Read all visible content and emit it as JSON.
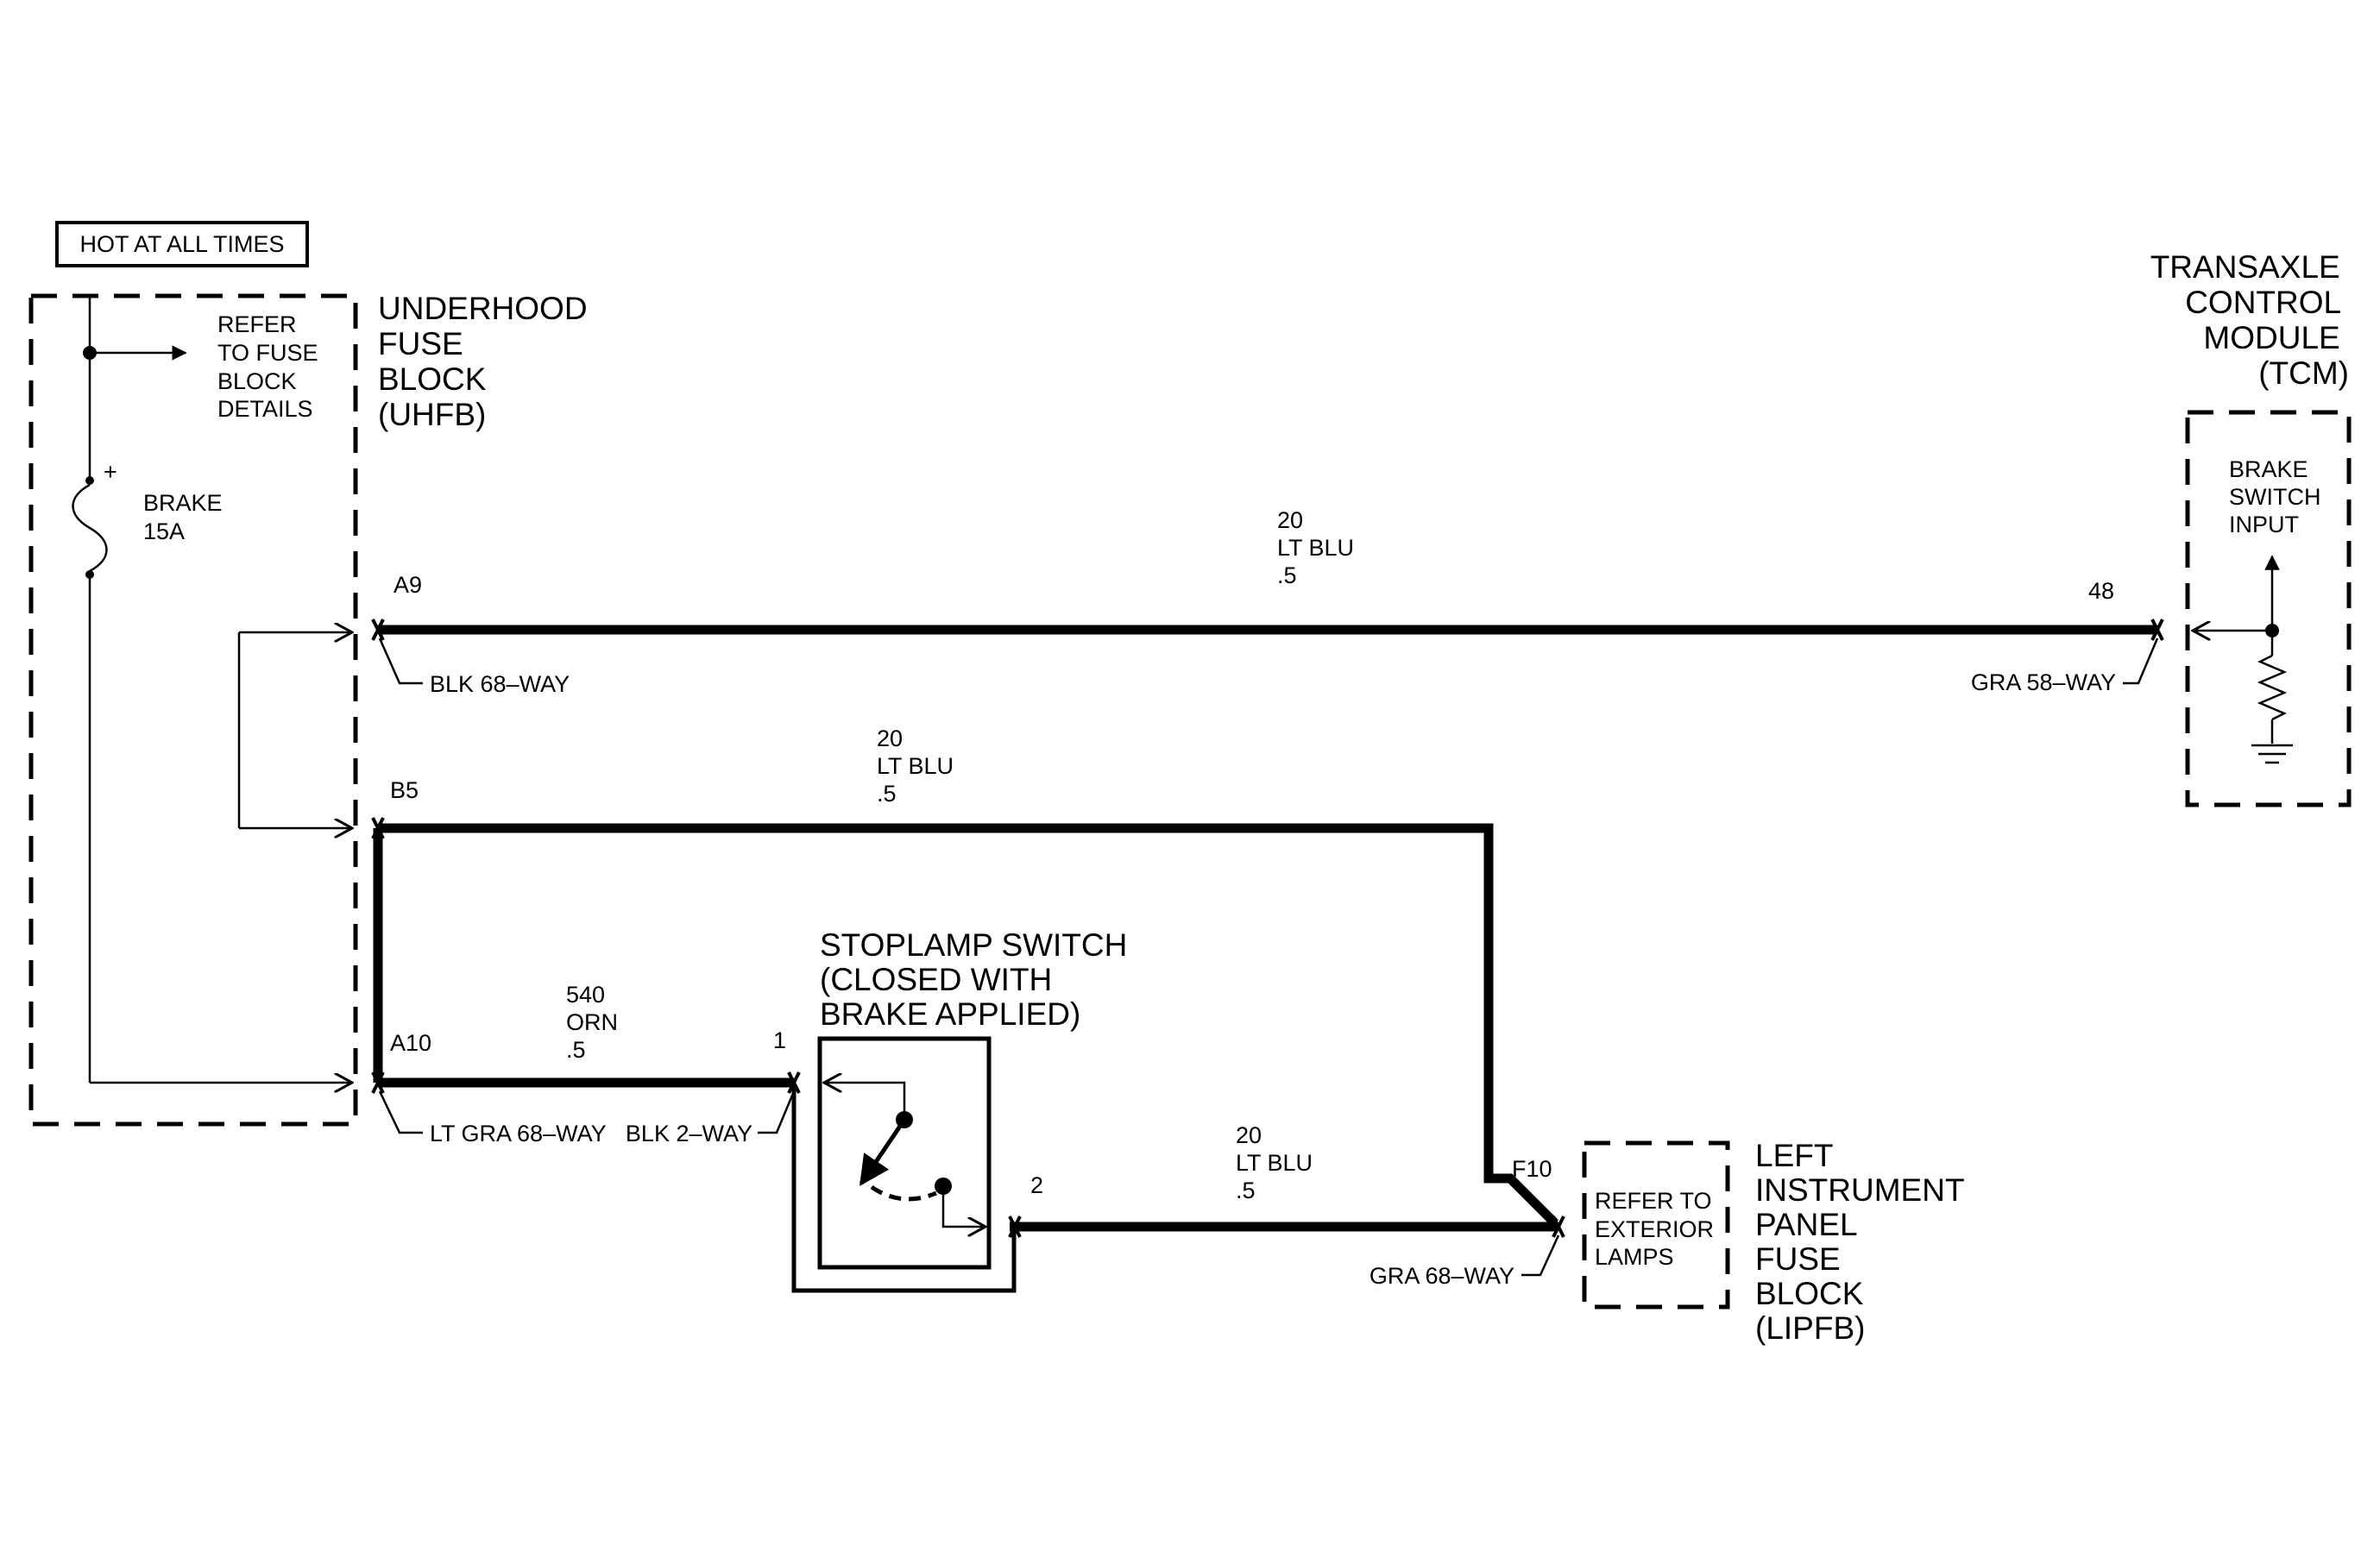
{
  "hot_at_all_times": "HOT AT ALL TIMES",
  "uhfb": {
    "title": [
      "UNDERHOOD",
      "FUSE",
      "BLOCK",
      "(UHFB)"
    ],
    "refer_note": [
      "REFER",
      "TO FUSE",
      "BLOCK",
      "DETAILS"
    ],
    "fuse_name": "BRAKE",
    "fuse_rating": "15A",
    "fuse_plus": "+"
  },
  "tcm": {
    "title": [
      "TRANSAXLE",
      "CONTROL",
      "MODULE",
      "(TCM)"
    ],
    "input_label": [
      "BRAKE",
      "SWITCH",
      "INPUT"
    ]
  },
  "stoplamp": {
    "title": [
      "STOPLAMP SWITCH",
      "(CLOSED WITH",
      "BRAKE APPLIED)"
    ]
  },
  "lipfb": {
    "title": [
      "LEFT",
      "INSTRUMENT",
      "PANEL",
      "FUSE",
      "BLOCK",
      "(LIPFB)"
    ],
    "refer_note": [
      "REFER TO",
      "EXTERIOR",
      "LAMPS"
    ]
  },
  "pins": {
    "a9": "A9",
    "b5": "B5",
    "a10": "A10",
    "tcm_48": "48",
    "switch_1": "1",
    "switch_2": "2",
    "f10": "F10"
  },
  "wires": {
    "top": [
      "20",
      "LT BLU",
      ".5"
    ],
    "middle": [
      "20",
      "LT BLU",
      ".5"
    ],
    "orange": [
      "540",
      "ORN",
      ".5"
    ],
    "bottom": [
      "20",
      "LT BLU",
      ".5"
    ]
  },
  "connectors": {
    "blk68": "BLK 68–WAY",
    "gra58": "GRA 58–WAY",
    "ltgra68": "LT GRA 68–WAY",
    "blk2": "BLK 2–WAY",
    "gra68": "GRA 68–WAY"
  }
}
